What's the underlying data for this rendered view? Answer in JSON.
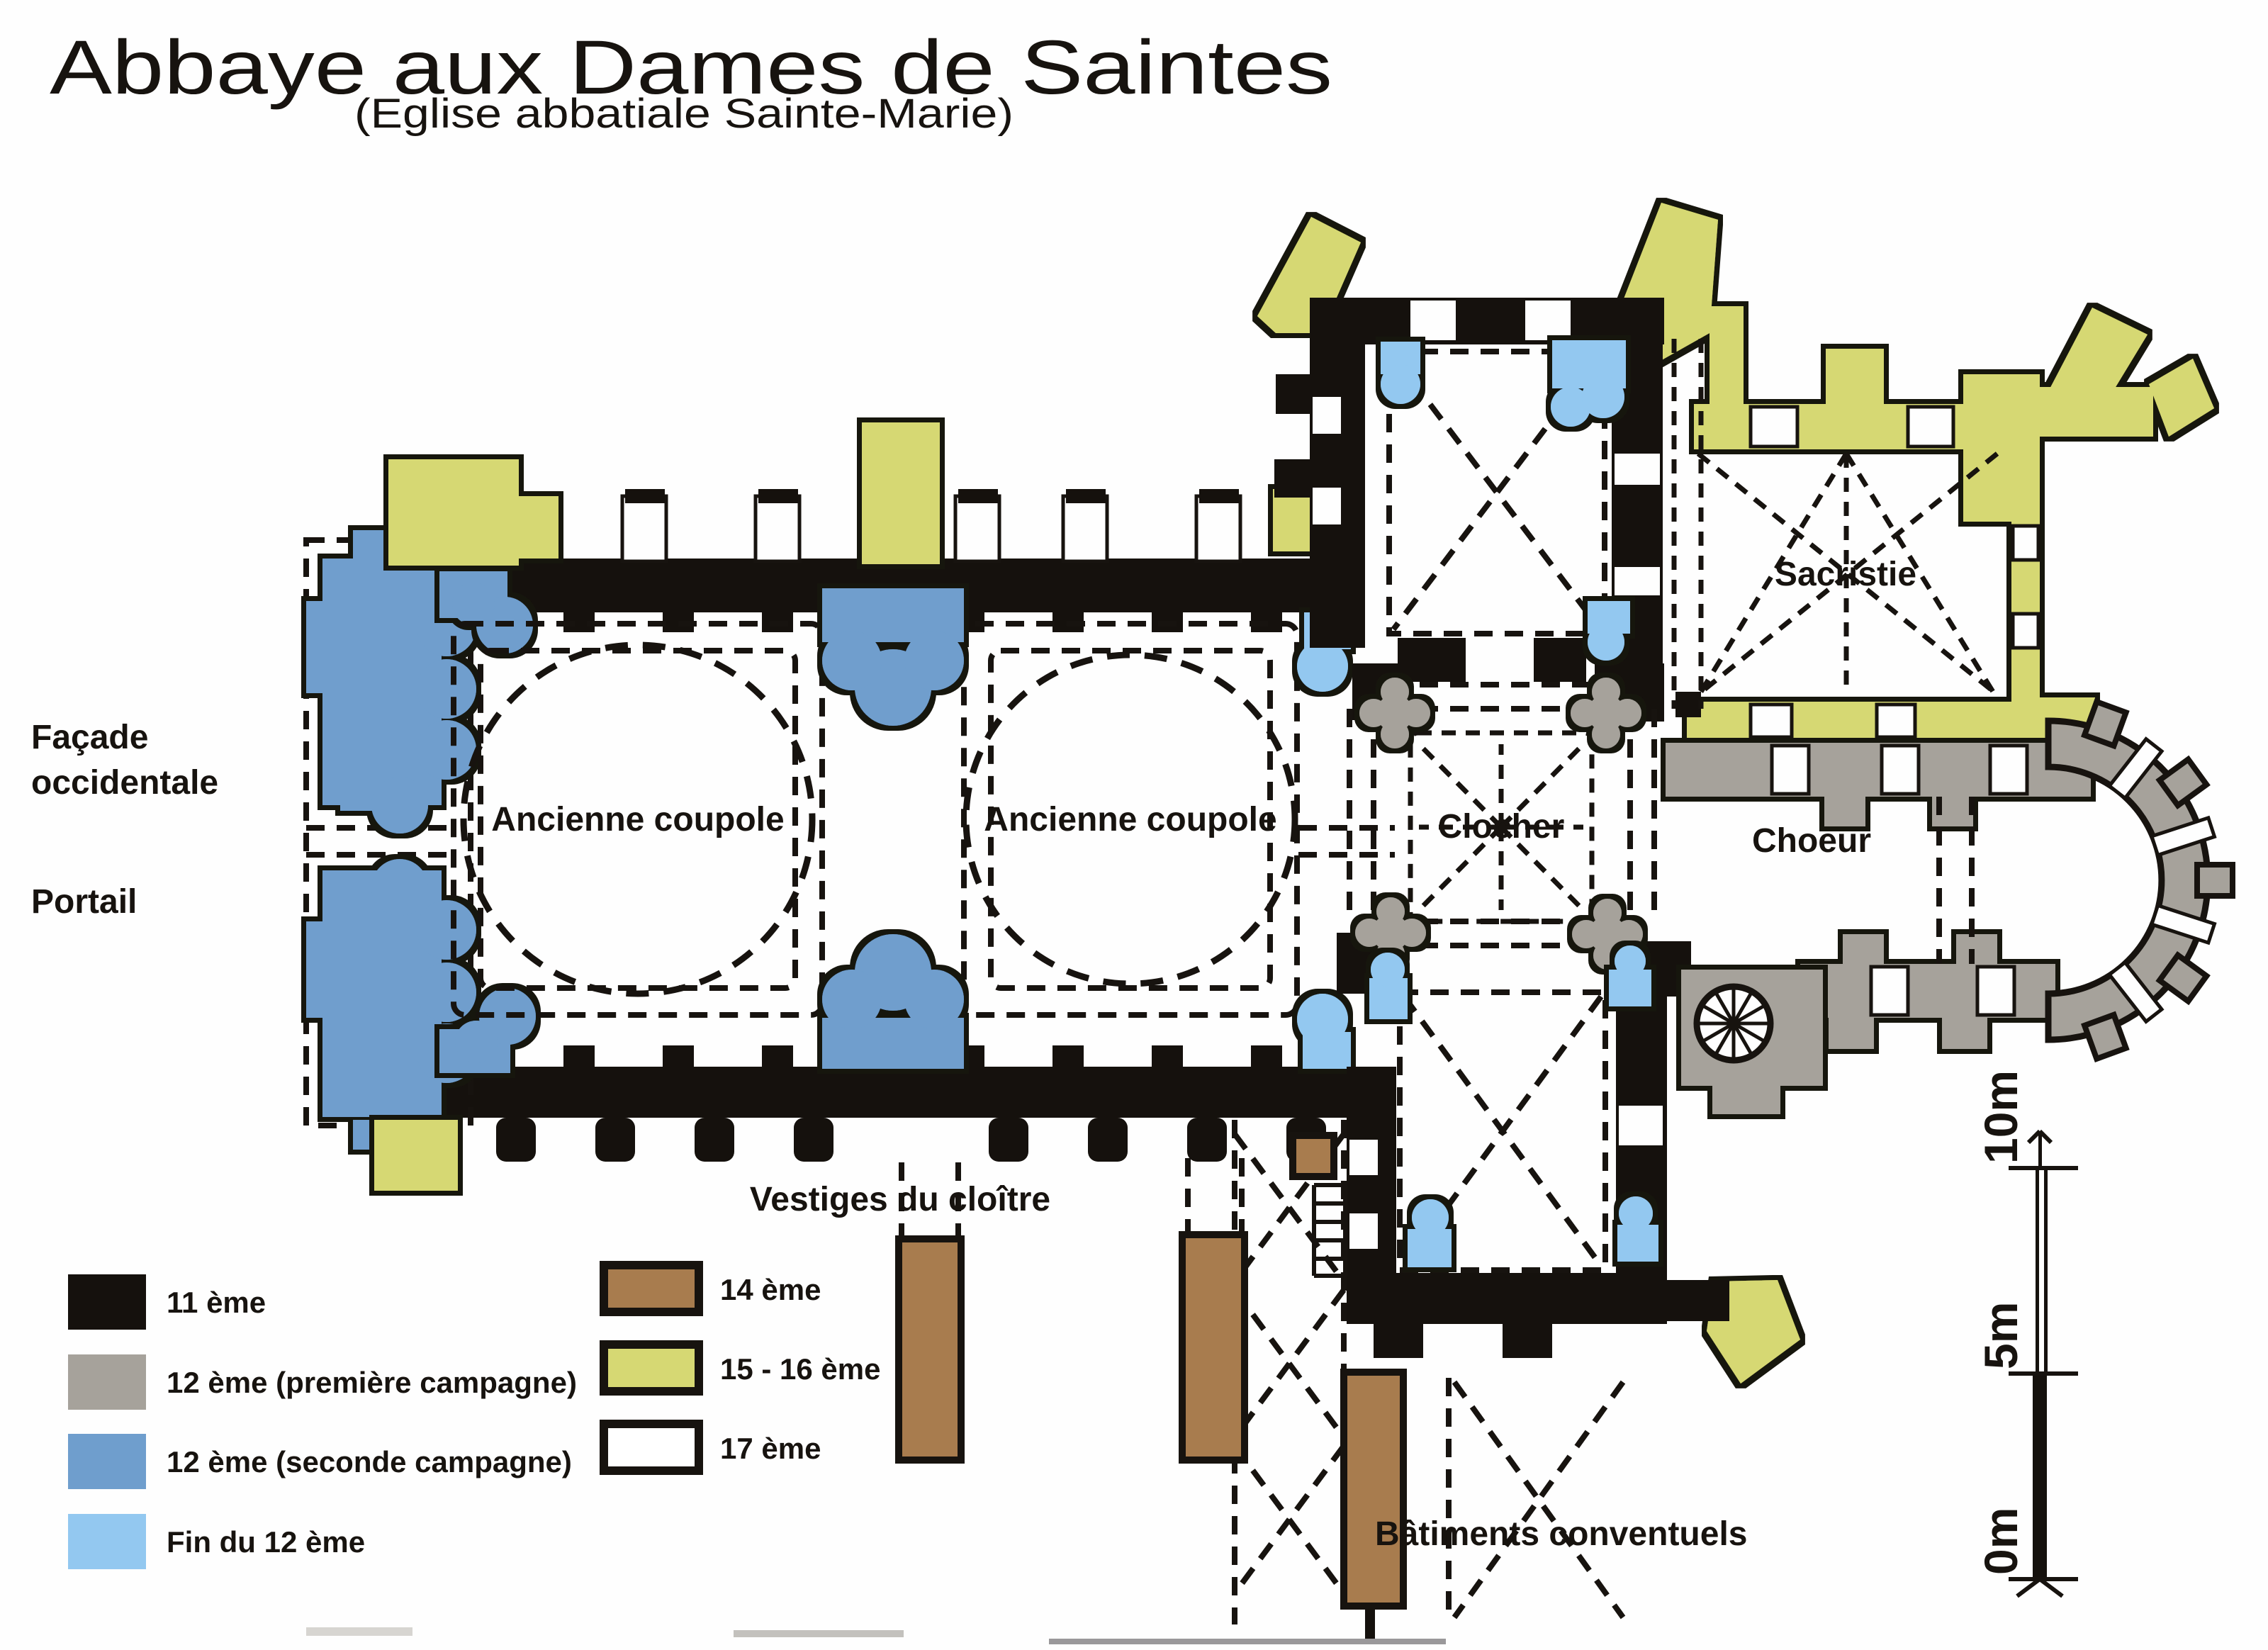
{
  "title": "Abbaye aux Dames de Saintes",
  "subtitle": "(Eglise abbatiale Sainte-Marie)",
  "labels": {
    "facade_line1": "Façade",
    "facade_line2": "occidentale",
    "portail": "Portail",
    "coupole_1": "Ancienne coupole",
    "coupole_2": "Ancienne coupole",
    "clocher": "Clocher",
    "choeur": "Choeur",
    "sacristie": "Sacristie",
    "vestiges": "Vestiges du cloître",
    "batiments": "Bâtiments conventuels"
  },
  "legend": {
    "column1": [
      {
        "label": "11 ème",
        "color": "#15110d"
      },
      {
        "label": "12 ème (première campagne)",
        "color": "#a6a29b"
      },
      {
        "label": "12 ème (seconde campagne)",
        "color": "#6f9ecd"
      },
      {
        "label": "Fin du 12 ème",
        "color": "#93c8f0"
      }
    ],
    "column2": [
      {
        "label": "14 ème",
        "color": "#a87c4e"
      },
      {
        "label": "15 - 16 ème",
        "color": "#d6d873"
      },
      {
        "label": "17 ème",
        "color": "#ffffff"
      }
    ]
  },
  "scale_bar": {
    "labels": [
      "10m",
      "5m",
      "0m"
    ]
  },
  "colors": {
    "paper": "#fefefe",
    "ink": "#17130f",
    "c11": "#15110d",
    "c12a": "#a6a29b",
    "c12b": "#6f9ecd",
    "c12c": "#93c8f0",
    "c14": "#a87c4e",
    "c1516": "#d6d873",
    "c17": "#ffffff"
  }
}
